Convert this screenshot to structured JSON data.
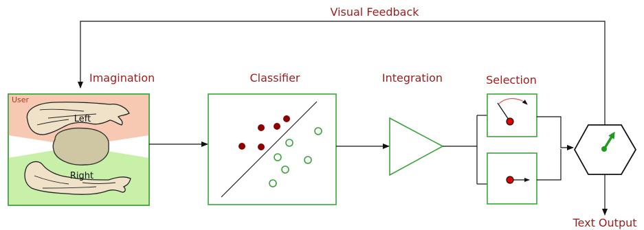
{
  "labels": {
    "feedback": "Visual Feedback",
    "imagination": "Imagination",
    "classifier": "Classifier",
    "integration": "Integration",
    "selection": "Selection",
    "output": "Text Output",
    "user": "User",
    "left": "Left",
    "right": "Right"
  },
  "colors": {
    "label_red": "#9b1c1c",
    "box_green": "#3aa33a",
    "left_zone": "#f7c8b2",
    "right_zone": "#c9f0a8",
    "brain": "#cfc6a3",
    "dot_red": "#8b0000",
    "dot_green": "#3aa33a",
    "needle": "#1f9b1f"
  },
  "icons": {
    "hands": "arm-icon",
    "brain": "brain-icon",
    "amplifier": "triangle-icon",
    "output_hex": "hexagon-icon"
  }
}
